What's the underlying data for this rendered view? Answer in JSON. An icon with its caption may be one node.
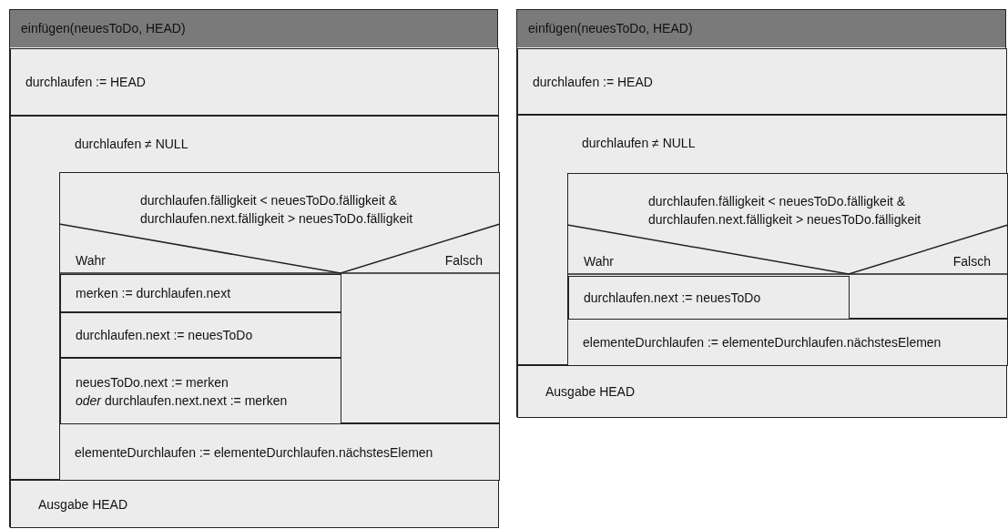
{
  "diagram": {
    "nodes": [
      {
        "text": [
          "einfügen(neuesToDo, HEAD)"
        ]
      },
      {
        "text": [
          "durchlaufen := HEAD"
        ],
        "in": 0
      },
      {
        "text": [
          "durchlaufen ≠ NULL"
        ],
        "in": 0
      },
      {
        "text": [
          "durchlaufen.fälligkeit < neuesToDo.fälligkeit & durchlaufen.next.fälligkeit > neuesToDo.fälligkeit",
          "Wahr",
          "Falsch"
        ],
        "in": 2
      },
      {
        "text": [
          "merken := durchlaufen.next"
        ],
        "in": 3
      },
      {
        "text": [
          "durchlaufen.next := neuesToDo"
        ],
        "in": 3
      },
      {
        "text": [
          "neuesToDo.next := merken *oder* durchlaufen.next.next := merken"
        ],
        "in": 3
      },
      {
        "text": [
          "elementeDurchlaufen := elementeDurchlaufen.nächstesElemen"
        ],
        "in": 2
      },
      {
        "text": [
          "Ausgabe HEAD"
        ],
        "in": 0
      },
      {
        "text": [
          "einfügen(neuesToDo, HEAD)"
        ]
      },
      {
        "text": [
          "durchlaufen := HEAD"
        ],
        "in": 9
      },
      {
        "text": [
          "durchlaufen ≠ NULL"
        ],
        "in": 9
      },
      {
        "text": [
          "durchlaufen.fälligkeit < neuesToDo.fälligkeit & durchlaufen.next.fälligkeit > neuesToDo.fälligkeit",
          "Wahr",
          "Falsch"
        ],
        "in": 11
      },
      {
        "text": [
          "durchlaufen.next := neuesToDo"
        ],
        "in": 12
      },
      {
        "text": [
          "elementeDurchlaufen := elementeDurchlaufen.nächstesElemen"
        ],
        "in": 11
      },
      {
        "text": [
          "Ausgabe HEAD"
        ],
        "in": 9
      }
    ]
  }
}
